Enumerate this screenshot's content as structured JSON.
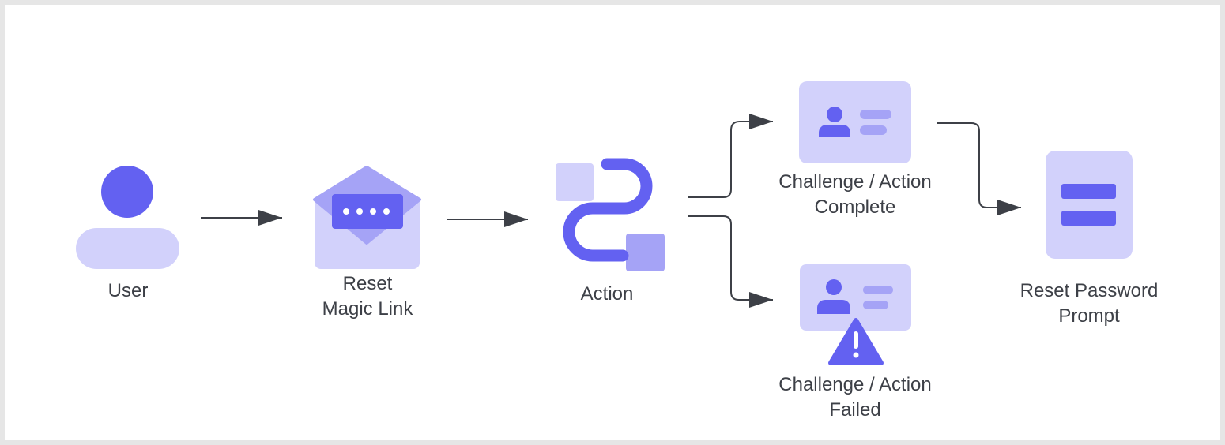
{
  "nodes": {
    "user": {
      "label": "User"
    },
    "magic_link": {
      "label_line1": "Reset",
      "label_line2": "Magic Link"
    },
    "action": {
      "label": "Action"
    },
    "complete": {
      "label_line1": "Challenge / Action",
      "label_line2": "Complete"
    },
    "failed": {
      "label_line1": "Challenge / Action",
      "label_line2": "Failed"
    },
    "reset_prompt": {
      "label_line1": "Reset Password",
      "label_line2": "Prompt"
    }
  },
  "colors": {
    "primary": "#6361f1",
    "light": "#d2d1fb",
    "medium": "#a5a3f6",
    "arrow": "#3d4047",
    "text": "#3d4047"
  },
  "icons": {
    "user": "user-icon",
    "magic_link": "envelope-password-icon",
    "action": "flow-path-icon",
    "complete": "id-card-icon",
    "failed": "id-card-warning-icon",
    "reset_prompt": "form-document-icon"
  }
}
